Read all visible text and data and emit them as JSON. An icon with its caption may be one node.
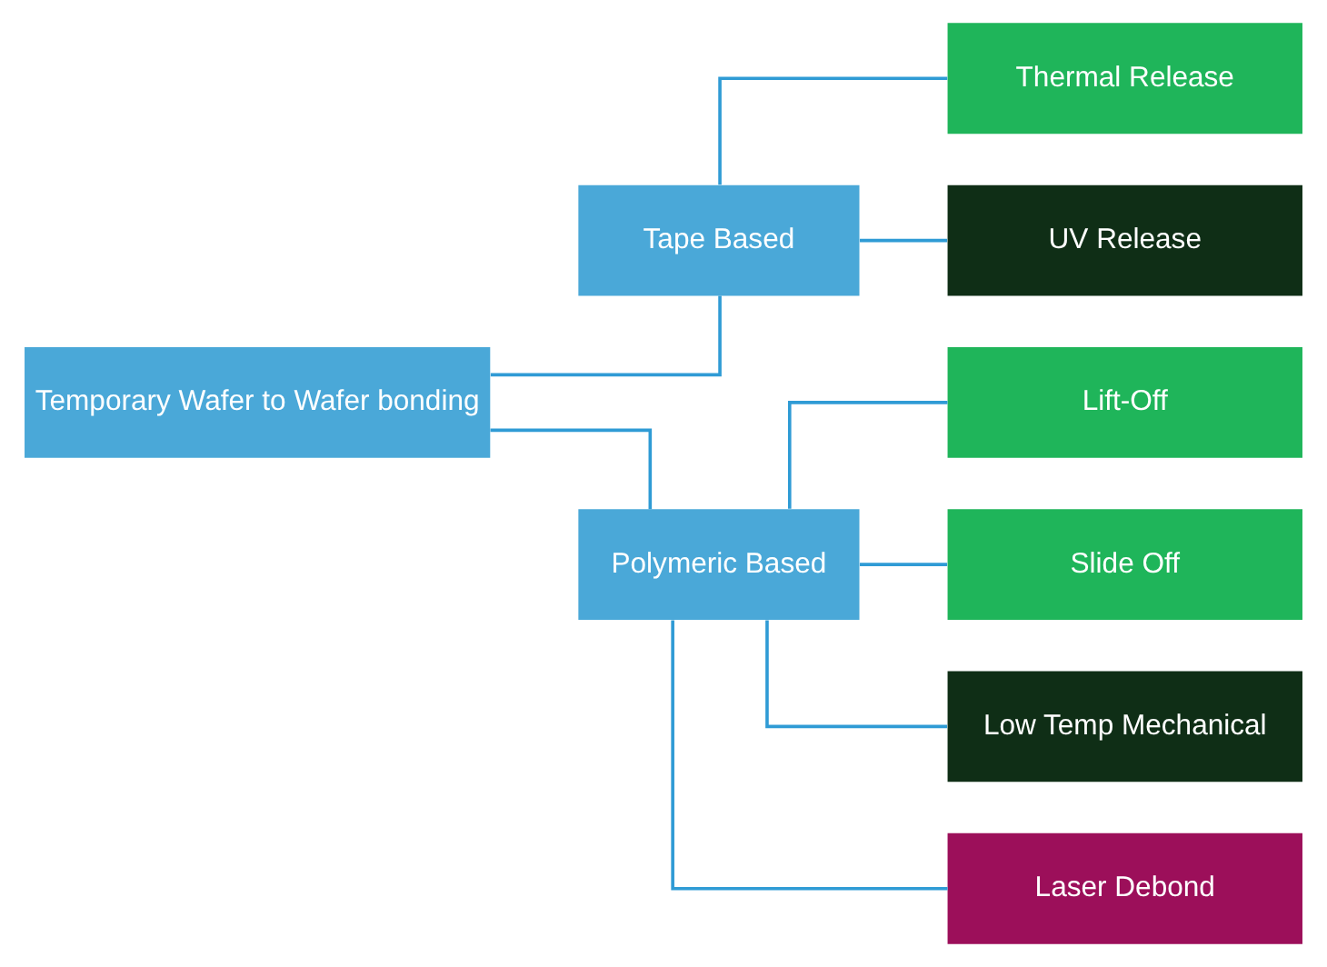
{
  "diagram": {
    "nodes": [
      {
        "text": [
          "Temporary Wafer to Wafer bonding"
        ]
      },
      {
        "text": [
          "Tape Based"
        ]
      },
      {
        "text": [
          "Polymeric Based"
        ]
      },
      {
        "text": [
          "Thermal Release"
        ]
      },
      {
        "text": [
          "UV Release"
        ]
      },
      {
        "text": [
          "Lift-Off"
        ]
      },
      {
        "text": [
          "Slide Off"
        ]
      },
      {
        "text": [
          "Low Temp Mechanical"
        ]
      },
      {
        "text": [
          "Laser Debond"
        ]
      }
    ],
    "edges": [
      {
        "from": 0,
        "to": 1,
        "arrow": "none"
      },
      {
        "from": 0,
        "to": 2,
        "arrow": "none"
      },
      {
        "from": 1,
        "to": 3,
        "arrow": "none"
      },
      {
        "from": 1,
        "to": 4,
        "arrow": "none"
      },
      {
        "from": 2,
        "to": 5,
        "arrow": "none"
      },
      {
        "from": 2,
        "to": 6,
        "arrow": "none"
      },
      {
        "from": 2,
        "to": 7,
        "arrow": "none"
      },
      {
        "from": 2,
        "to": 8,
        "arrow": "none"
      }
    ]
  }
}
